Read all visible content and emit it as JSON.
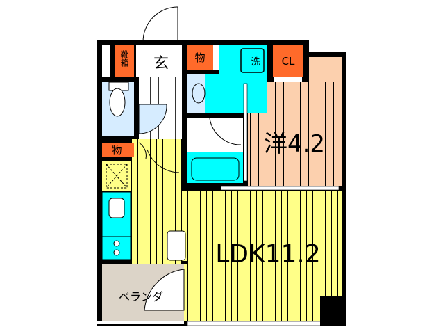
{
  "rooms": {
    "shoe_box": "靴箱",
    "entrance": "玄",
    "storage_top": "物",
    "laundry": "洗",
    "closet": "CL",
    "western_room": "洋4.2",
    "storage_left": "物",
    "ldk": "LDK11.2",
    "balcony": "ベランダ"
  },
  "colors": {
    "wall": "#000000",
    "storage": "#ff6a2a",
    "wet_area": "#00ffff",
    "toilet": "#d6ecff",
    "western_room": "#fcd0ae",
    "ldk": "#ffff88",
    "balcony": "#dcd4c8",
    "kitchen_storage": "#ffff88"
  }
}
